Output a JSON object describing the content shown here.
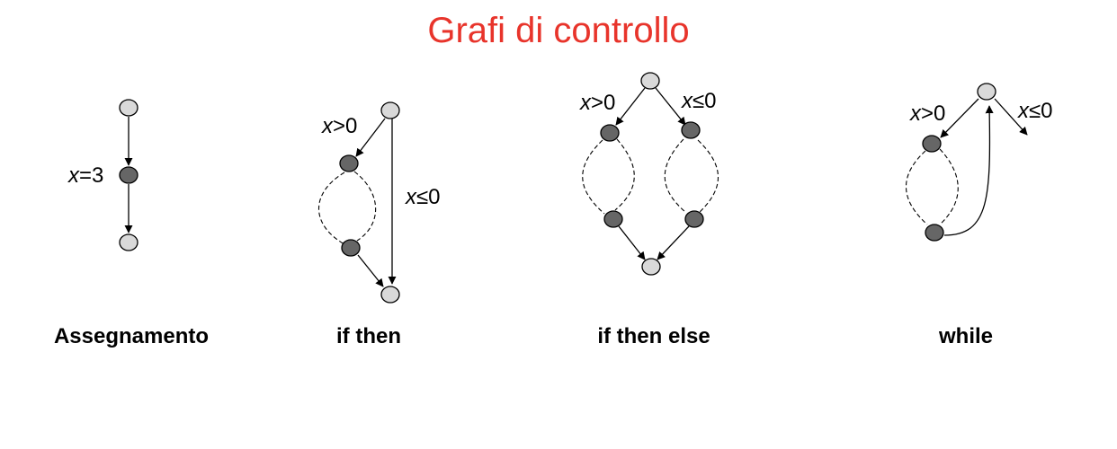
{
  "title": "Grafi di controllo",
  "colors": {
    "title": "#e8342b",
    "node_light": "#d9d9d9",
    "node_dark": "#666666"
  },
  "diagrams": {
    "assign": {
      "caption": "Assegnamento",
      "label_var": "x",
      "label_rest": "=3"
    },
    "if_then": {
      "caption": "if then",
      "true_var": "x",
      "true_rest": ">0",
      "false_var": "x",
      "false_rest": "≤0"
    },
    "if_then_else": {
      "caption": "if then else",
      "true_var": "x",
      "true_rest": ">0",
      "false_var": "x",
      "false_rest": "≤0"
    },
    "while": {
      "caption": "while",
      "true_var": "x",
      "true_rest": ">0",
      "false_var": "x",
      "false_rest": "≤0"
    }
  }
}
